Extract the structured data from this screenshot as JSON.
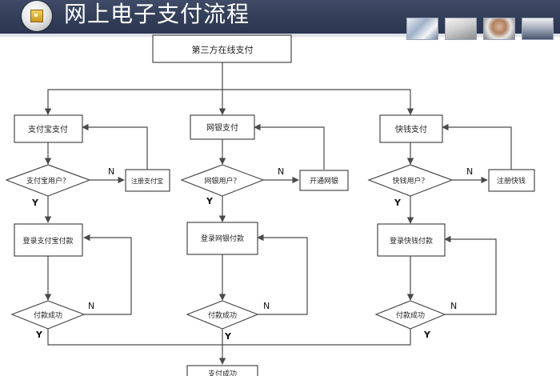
{
  "header": {
    "title": "网上电子支付流程"
  },
  "diagram": {
    "root": "第三方在线支付",
    "alipay": {
      "method": "支付宝支付",
      "check": "支付宝用户？",
      "register": "注册支付宝",
      "login": "登录支付宝付款",
      "result": "付款成功"
    },
    "bank": {
      "method": "网银支付",
      "check": "网银用户？",
      "register": "开通网银",
      "login": "登录网银付款",
      "result": "付款成功"
    },
    "kuaiqian": {
      "method": "快钱支付",
      "check": "快钱用户？",
      "register": "注册快钱",
      "login": "登录快钱付款",
      "result": "付款成功"
    },
    "yes": "Y",
    "no": "N",
    "final": "支付成功"
  }
}
